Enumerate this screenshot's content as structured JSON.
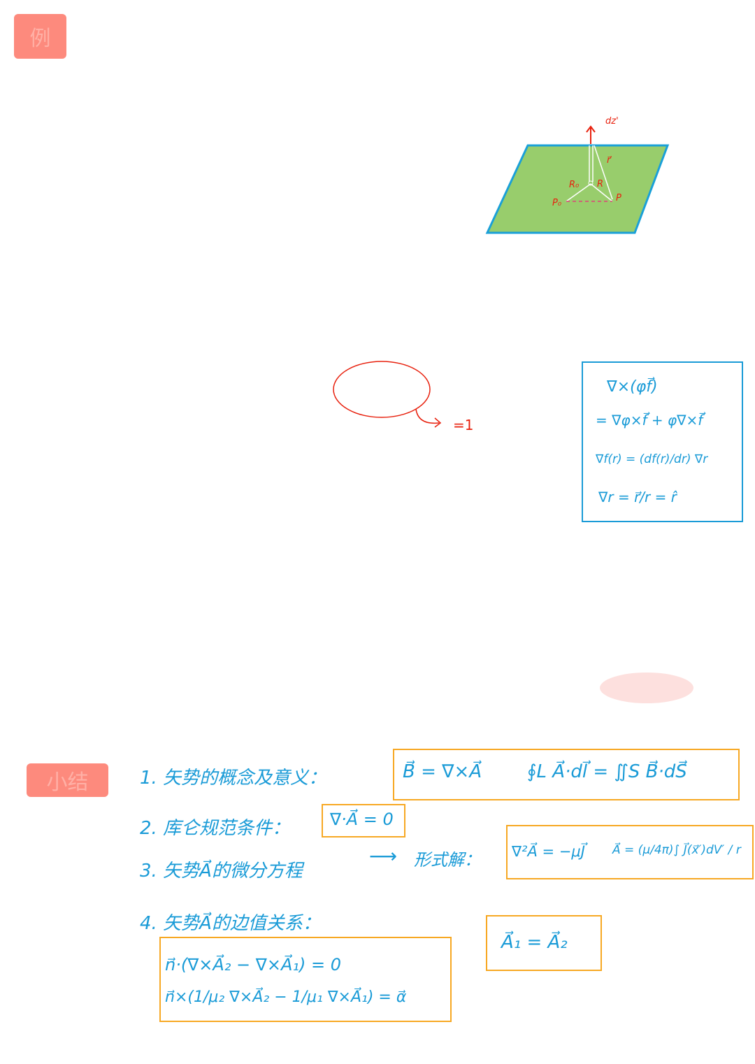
{
  "badges": {
    "example": "例",
    "summary": "小结"
  },
  "diagram": {
    "dz": "dz'",
    "r_vec": "r⃗",
    "R0": "R₀",
    "R": "R",
    "P": "P",
    "P0": "P₀"
  },
  "ellipse_note": "=1",
  "formula_box": {
    "line1": "∇×(φf⃗)",
    "line2": "= ∇φ×f⃗ + φ∇×f⃗",
    "line3": "∇f(r) = (df(r)/dr) ∇r",
    "line4": "∇r = r⃗/r = r̂"
  },
  "summary": {
    "item1": {
      "label": "1. 矢势的概念及意义：",
      "formula_a": "B⃗ = ∇×A⃗",
      "formula_b": "∮L A⃗·dl⃗ = ∬S B⃗·dS⃗"
    },
    "item2": {
      "label": "2. 库仑规范条件：",
      "formula": "∇·A⃗ = 0"
    },
    "item3": {
      "label": "3. 矢势A⃗的微分方程",
      "arrow": "⟶",
      "label2": "形式解：",
      "formula_a": "∇²A⃗ = −μJ⃗",
      "formula_b": "A⃗ = (μ/4π)∫ J⃗(x⃗′)dV′ / r"
    },
    "item4": {
      "label": "4. 矢势A⃗的边值关系：",
      "formula_a": "n⃗·(∇×A⃗₂ − ∇×A⃗₁) = 0",
      "formula_b": "n⃗×(1/μ₂ ∇×A⃗₂ − 1/μ₁ ∇×A⃗₁) = α⃗",
      "formula_c": "A⃗₁ = A⃗₂"
    }
  }
}
